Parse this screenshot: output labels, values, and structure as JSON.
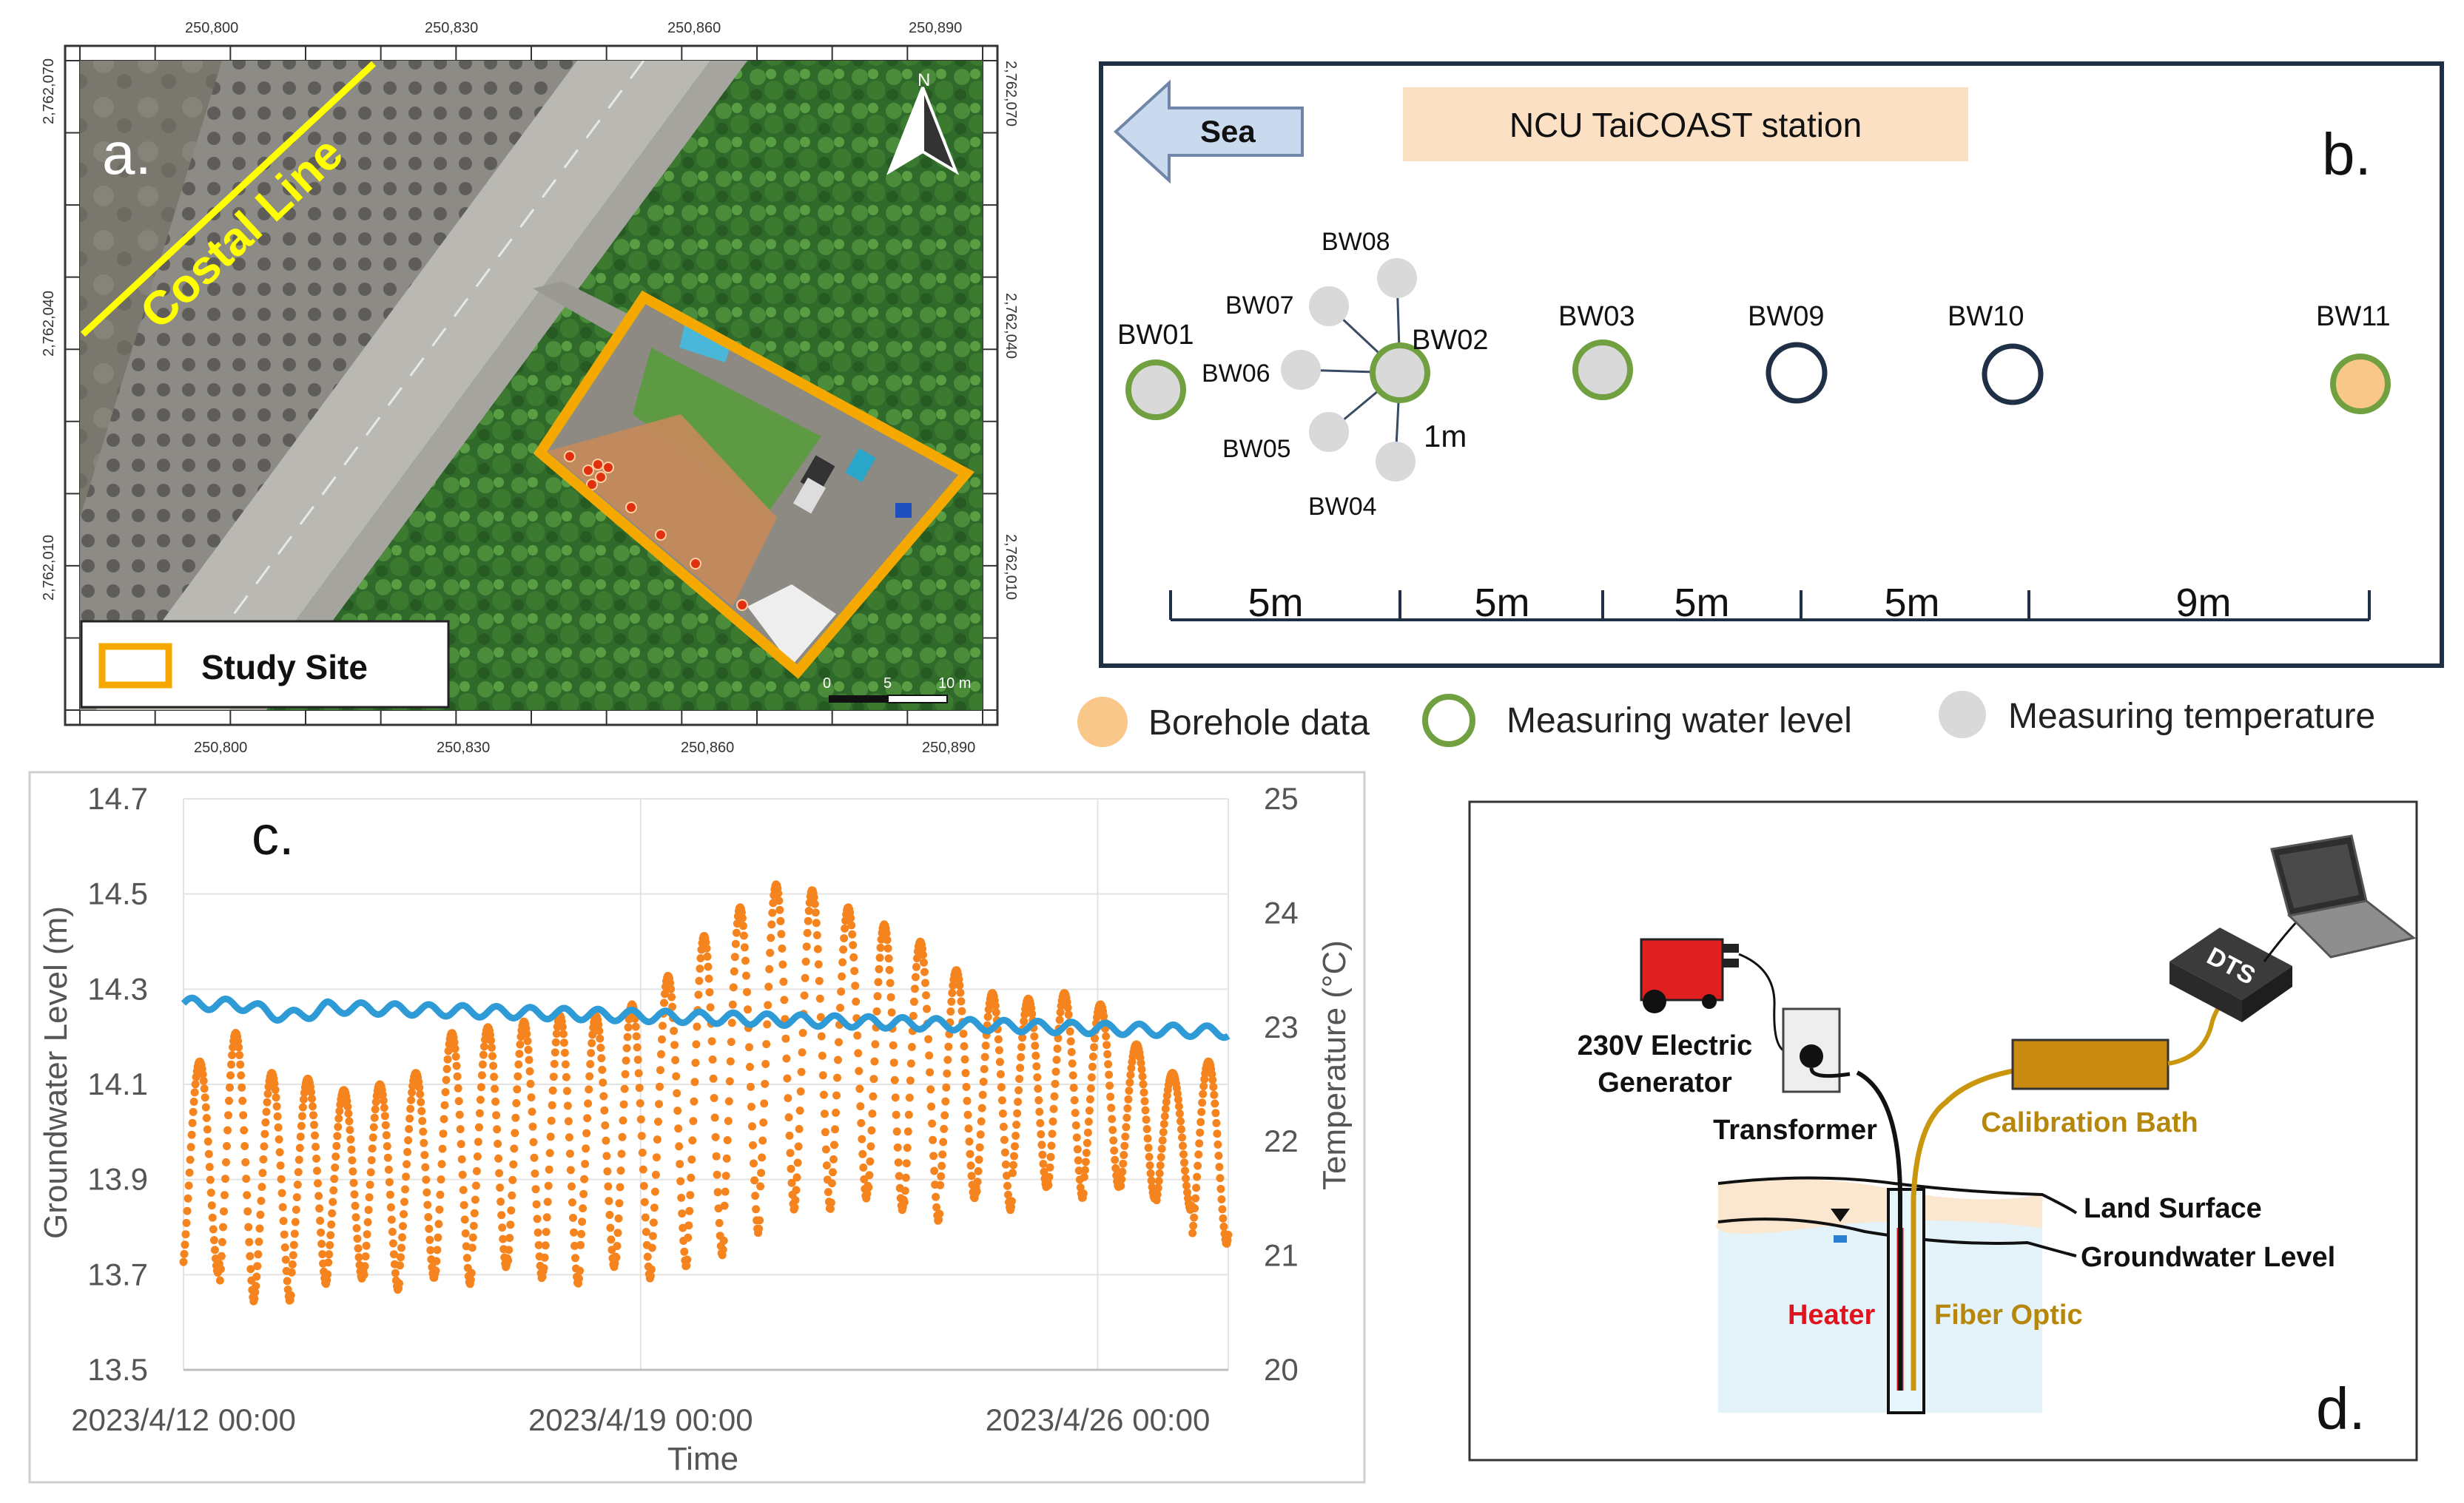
{
  "panel_a": {
    "label": "a.",
    "coastline_label": "Costal Line",
    "study_site_label": "Study Site",
    "north_label": "N",
    "scale": [
      "0",
      "5",
      "10 m"
    ],
    "top_ticks": [
      "250,800",
      "250,830",
      "250,860",
      "250,890"
    ],
    "bottom_ticks": [
      "250,800",
      "250,830",
      "250,860",
      "250,890"
    ],
    "left_ticks": [
      "2,762,070",
      "2,762,040",
      "2,762,010"
    ],
    "right_ticks": [
      "2,762,070",
      "2,762,040",
      "2,762,010"
    ],
    "colors": {
      "site_outline": "#f5a800",
      "coastline": "#ffff00",
      "borehole_dots": "#e03010"
    }
  },
  "panel_b": {
    "label": "b.",
    "sea_label": "Sea",
    "station_label": "NCU TaiCOAST station",
    "wells": [
      "BW01",
      "BW02",
      "BW03",
      "BW04",
      "BW05",
      "BW06",
      "BW07",
      "BW08",
      "BW09",
      "BW10",
      "BW11"
    ],
    "radius_label": "1m",
    "spacings": [
      "5m",
      "5m",
      "5m",
      "5m",
      "9m"
    ],
    "colors": {
      "water_level": "#70a040",
      "temperature": "#d9d9d9",
      "borehole": "#f9c78a",
      "station_box": "#fbe0c4",
      "sea_arrow": "#c9d9ee"
    }
  },
  "legend": {
    "borehole": "Borehole data",
    "water_level": "Measuring water level",
    "temperature": "Measuring temperature"
  },
  "panel_c": {
    "label": "c."
  },
  "chart_data": {
    "type": "line",
    "xlabel": "Time",
    "ylabel": "Groundwater Level (m)",
    "y2label": "Temperature (°C)",
    "x_ticks": [
      "2023/4/12 00:00",
      "2023/4/19 00:00",
      "2023/4/26 00:00"
    ],
    "x_range_days": [
      0,
      16
    ],
    "ylim": [
      13.5,
      14.7
    ],
    "y_ticks": [
      "13.5",
      "13.7",
      "13.9",
      "14.1",
      "14.3",
      "14.5",
      "14.7"
    ],
    "y2lim": [
      20,
      25
    ],
    "y2_ticks": [
      "20",
      "21",
      "22",
      "23",
      "24",
      "25"
    ],
    "grid": true,
    "series": [
      {
        "axis": "left",
        "color": "#2e9bd6",
        "style": "line",
        "mean": 14.24,
        "start": 14.27,
        "end": 14.21,
        "tidal_amplitude": 0.012
      },
      {
        "axis": "right",
        "color": "#f5841f",
        "style": "dots",
        "daily_max": [
          22.7,
          22.95,
          22.6,
          22.55,
          22.45,
          22.5,
          22.6,
          22.95,
          23.0,
          23.05,
          23.1,
          23.1,
          23.2,
          23.45,
          23.8,
          24.05,
          24.25,
          24.2,
          24.05,
          23.9,
          23.75,
          23.5,
          23.3,
          23.25,
          23.3,
          23.2,
          22.85,
          22.6,
          22.7
        ],
        "daily_min": [
          20.85,
          20.6,
          20.6,
          20.75,
          20.8,
          20.7,
          20.8,
          20.75,
          20.9,
          20.8,
          20.75,
          20.9,
          20.8,
          20.9,
          21.0,
          21.2,
          21.4,
          21.4,
          21.5,
          21.4,
          21.3,
          21.5,
          21.4,
          21.6,
          21.5,
          21.6,
          21.5,
          21.4,
          21.1
        ]
      }
    ]
  },
  "panel_d": {
    "label": "d.",
    "generator_label_1": "230V Electric",
    "generator_label_2": "Generator",
    "transformer_label": "Transformer",
    "calibration_label": "Calibration Bath",
    "dts_label": "DTS",
    "land_surface_label": "Land Surface",
    "groundwater_label": "Groundwater Level",
    "heater_label": "Heater",
    "fiber_label": "Fiber Optic",
    "colors": {
      "heater": "#e0141e",
      "fiber": "#b88a0c",
      "calibration": "#c98a12",
      "generator": "#e02020",
      "ground": "#fbe6d0",
      "water": "#e4f3fa"
    }
  }
}
